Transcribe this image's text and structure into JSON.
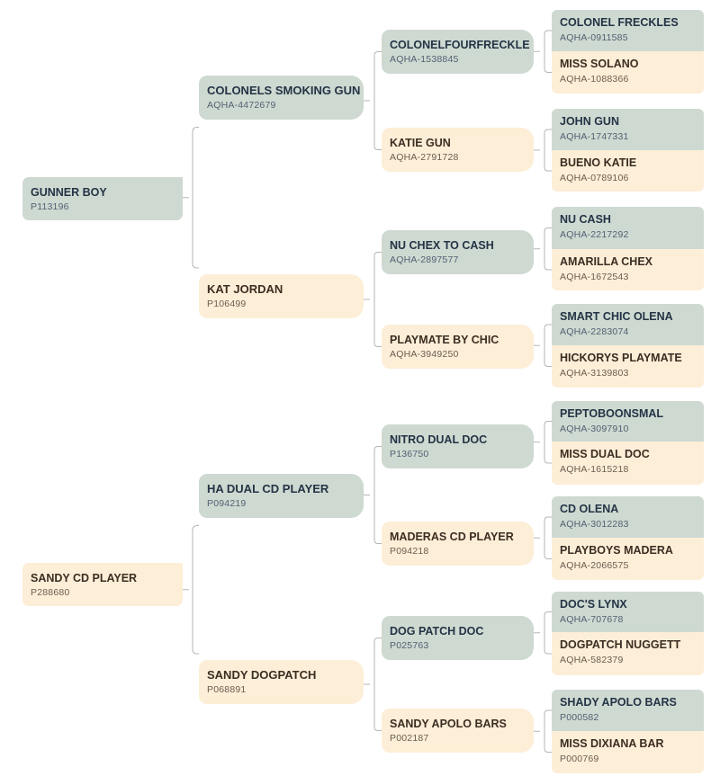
{
  "pedigrees": [
    {
      "horse": {
        "name": "GUNNER BOY",
        "reg": "P113196",
        "sex": "male"
      },
      "parents": [
        {
          "name": "COLONELS SMOKING GUN",
          "reg": "AQHA-4472679",
          "sex": "male",
          "parents": [
            {
              "name": "COLONELFOURFRECKLE",
              "reg": "AQHA-1538845",
              "sex": "male",
              "parents": [
                {
                  "name": "COLONEL FRECKLES",
                  "reg": "AQHA-0911585",
                  "sex": "male"
                },
                {
                  "name": "MISS SOLANO",
                  "reg": "AQHA-1088366",
                  "sex": "female"
                }
              ]
            },
            {
              "name": "KATIE GUN",
              "reg": "AQHA-2791728",
              "sex": "female",
              "parents": [
                {
                  "name": "JOHN GUN",
                  "reg": "AQHA-1747331",
                  "sex": "male"
                },
                {
                  "name": "BUENO KATIE",
                  "reg": "AQHA-0789106",
                  "sex": "female"
                }
              ]
            }
          ]
        },
        {
          "name": "KAT JORDAN",
          "reg": "P106499",
          "sex": "female",
          "parents": [
            {
              "name": "NU CHEX TO CASH",
              "reg": "AQHA-2897577",
              "sex": "male",
              "parents": [
                {
                  "name": "NU CASH",
                  "reg": "AQHA-2217292",
                  "sex": "male"
                },
                {
                  "name": "AMARILLA CHEX",
                  "reg": "AQHA-1672543",
                  "sex": "female"
                }
              ]
            },
            {
              "name": "PLAYMATE BY CHIC",
              "reg": "AQHA-3949250",
              "sex": "female",
              "parents": [
                {
                  "name": "SMART CHIC OLENA",
                  "reg": "AQHA-2283074",
                  "sex": "male"
                },
                {
                  "name": "HICKORYS PLAYMATE",
                  "reg": "AQHA-3139803",
                  "sex": "female"
                }
              ]
            }
          ]
        }
      ]
    },
    {
      "horse": {
        "name": "SANDY CD PLAYER",
        "reg": "P288680",
        "sex": "female"
      },
      "parents": [
        {
          "name": "HA DUAL CD PLAYER",
          "reg": "P094219",
          "sex": "male",
          "parents": [
            {
              "name": "NITRO DUAL DOC",
              "reg": "P136750",
              "sex": "male",
              "parents": [
                {
                  "name": "PEPTOBOONSMAL",
                  "reg": "AQHA-3097910",
                  "sex": "male"
                },
                {
                  "name": "MISS DUAL DOC",
                  "reg": "AQHA-1615218",
                  "sex": "female"
                }
              ]
            },
            {
              "name": "MADERAS CD PLAYER",
              "reg": "P094218",
              "sex": "female",
              "parents": [
                {
                  "name": "CD OLENA",
                  "reg": "AQHA-3012283",
                  "sex": "male"
                },
                {
                  "name": "PLAYBOYS MADERA",
                  "reg": "AQHA-2066575",
                  "sex": "female"
                }
              ]
            }
          ]
        },
        {
          "name": "SANDY DOGPATCH",
          "reg": "P068891",
          "sex": "female",
          "parents": [
            {
              "name": "DOG PATCH DOC",
              "reg": "P025763",
              "sex": "male",
              "parents": [
                {
                  "name": "DOC'S LYNX",
                  "reg": "AQHA-707678",
                  "sex": "male"
                },
                {
                  "name": "DOGPATCH NUGGETT",
                  "reg": "AQHA-582379",
                  "sex": "female"
                }
              ]
            },
            {
              "name": "SANDY APOLO BARS",
              "reg": "P002187",
              "sex": "female",
              "parents": [
                {
                  "name": "SHADY APOLO BARS",
                  "reg": "P000582",
                  "sex": "male"
                },
                {
                  "name": "MISS DIXIANA BAR",
                  "reg": "P000769",
                  "sex": "female"
                }
              ]
            }
          ]
        }
      ]
    }
  ],
  "colors": {
    "male": "#ced9d1",
    "female": "#fdeed7",
    "connector": "#b5b5b5"
  }
}
